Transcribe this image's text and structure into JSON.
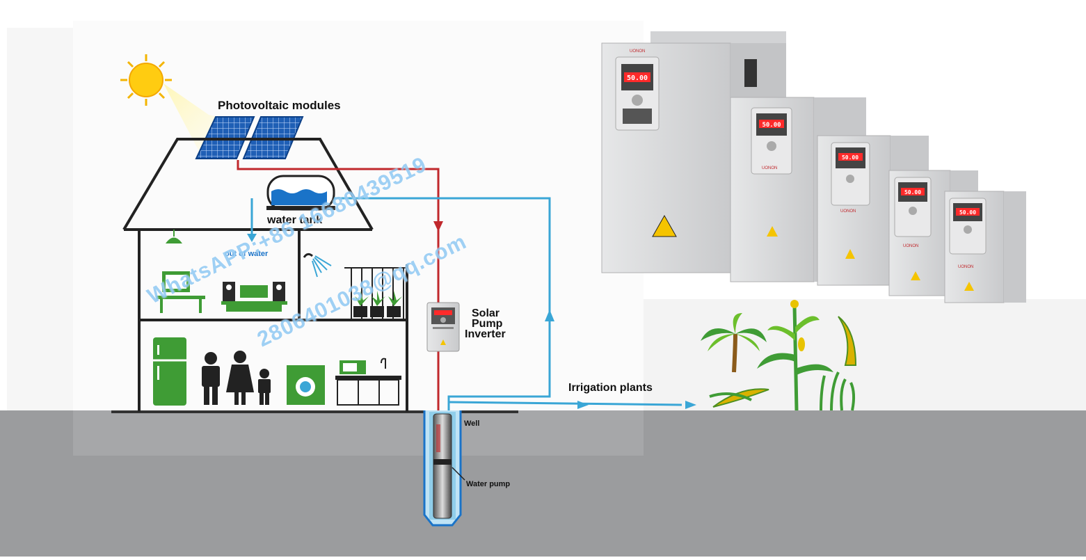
{
  "labels": {
    "photovoltaic": "Photovoltaic modules",
    "water_tank": "water tank",
    "out_of_water": "out of water",
    "solar_line1": "Solar",
    "solar_line2": "Pump",
    "solar_line3": "Inverter",
    "irrigation": "Irrigation plants",
    "well": "Well",
    "water_pump": "Water pump"
  },
  "watermark": {
    "whatsapp": "WhatsAPP:+86 16680439519",
    "email": "2806401038@qq.com"
  },
  "inverter": {
    "display_value": "50.00",
    "brand": "UONON"
  },
  "colors": {
    "power_line": "#c0282c",
    "water_line": "#3aa6d6",
    "icon_green": "#3f9c35",
    "inverter_body": "#d8d9da",
    "display_red": "#ff2a2a",
    "ground": "#9b9c9e"
  }
}
